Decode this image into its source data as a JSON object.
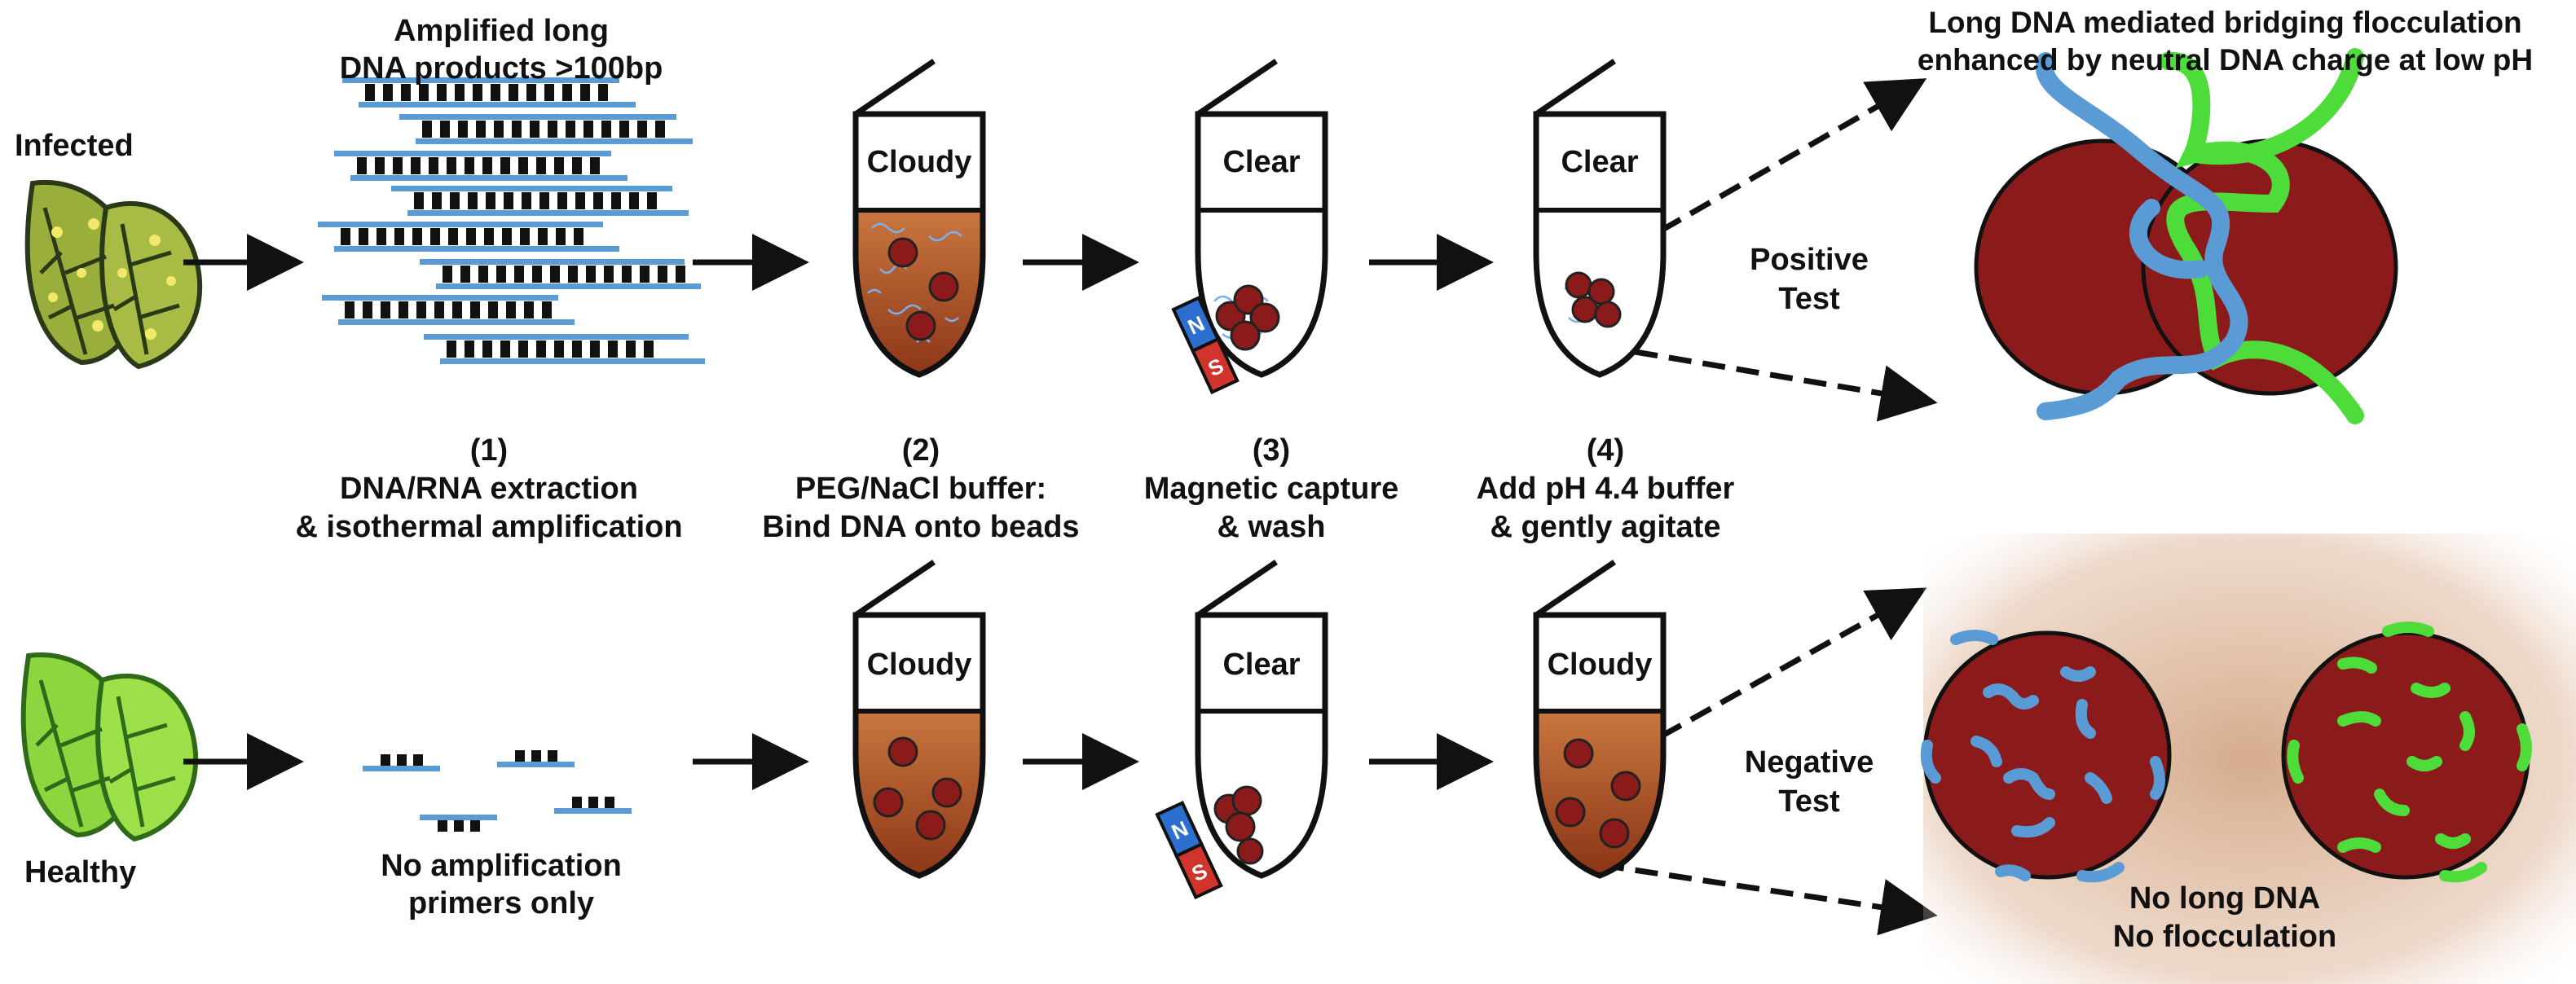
{
  "figure": {
    "rows": {
      "infected": {
        "label": "Infected"
      },
      "healthy": {
        "label": "Healthy"
      }
    },
    "products": {
      "long": [
        "Amplified long",
        "DNA products >100bp"
      ],
      "short": [
        "No amplification",
        "primers only"
      ]
    },
    "steps": [
      {
        "number": "(1)",
        "lines": [
          "DNA/RNA extraction",
          "& isothermal amplification"
        ]
      },
      {
        "number": "(2)",
        "lines": [
          "PEG/NaCl buffer:",
          "Bind DNA onto beads"
        ]
      },
      {
        "number": "(3)",
        "lines": [
          "Magnetic capture",
          "& wash"
        ]
      },
      {
        "number": "(4)",
        "lines": [
          "Add pH 4.4 buffer",
          "& gently agitate"
        ]
      }
    ],
    "tube_states": {
      "top": [
        "Cloudy",
        "Clear",
        "Clear"
      ],
      "bottom": [
        "Cloudy",
        "Clear",
        "Cloudy"
      ]
    },
    "magnet": {
      "north": "N",
      "south": "S"
    },
    "results": {
      "positive": {
        "label": [
          "Positive",
          "Test"
        ],
        "caption": [
          "Long DNA mediated bridging flocculation",
          "enhanced by neutral DNA charge at low pH"
        ]
      },
      "negative": {
        "label": [
          "Negative",
          "Test"
        ],
        "caption": [
          "No long DNA",
          "No flocculation"
        ]
      }
    },
    "colors": {
      "bead": "#8b1a1a",
      "dna_blue": "#5b9bd5",
      "dna_green": "#4ddc3a",
      "liquid": "#b5562a",
      "leaf_infected": "#9aae3c",
      "leaf_healthy": "#8ed63f",
      "magnet_north": "#2d6fd0",
      "magnet_south": "#d0342c"
    }
  }
}
